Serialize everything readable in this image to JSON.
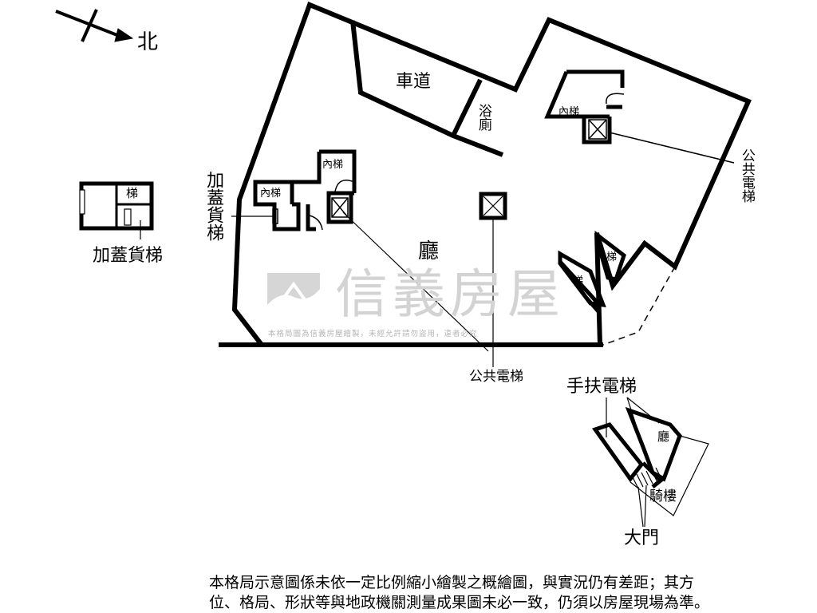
{
  "compass": {
    "label": "北"
  },
  "rooms": {
    "driveway": "車道",
    "bath_toilet": "浴廁",
    "hall": "廳",
    "inner_stair_top": "內梯",
    "inner_stair_left": "內梯",
    "inner_stair_right": "內梯",
    "stair_small": "梯",
    "stair_a": "梯",
    "stair_b": "梯",
    "inset_hall": "廳",
    "arcade": "騎樓"
  },
  "callouts": {
    "added_freight_elevator_left": "加蓋貨梯",
    "added_freight_elevator_vertical": "加蓋貨梯",
    "public_elevator_right": "公共電梯",
    "public_elevator_bottom": "公共電梯",
    "escalator": "手扶電梯",
    "main_gate": "大門"
  },
  "watermark": {
    "brand": "信義房屋",
    "caption": "本格局圖為信義房屋繪製，未經允許請勿盜用，違者必究"
  },
  "disclaimer": [
    "本格局示意圖係未依一定比例縮小繪製之概繪圖，與實況仍有差距；其方",
    "位、格局、形狀等與地政機關測量成果圖未必一致，仍須以房屋現場為準。"
  ],
  "colors": {
    "wall": "#000000",
    "watermark": "#d3d3d3",
    "background": "#ffffff"
  }
}
